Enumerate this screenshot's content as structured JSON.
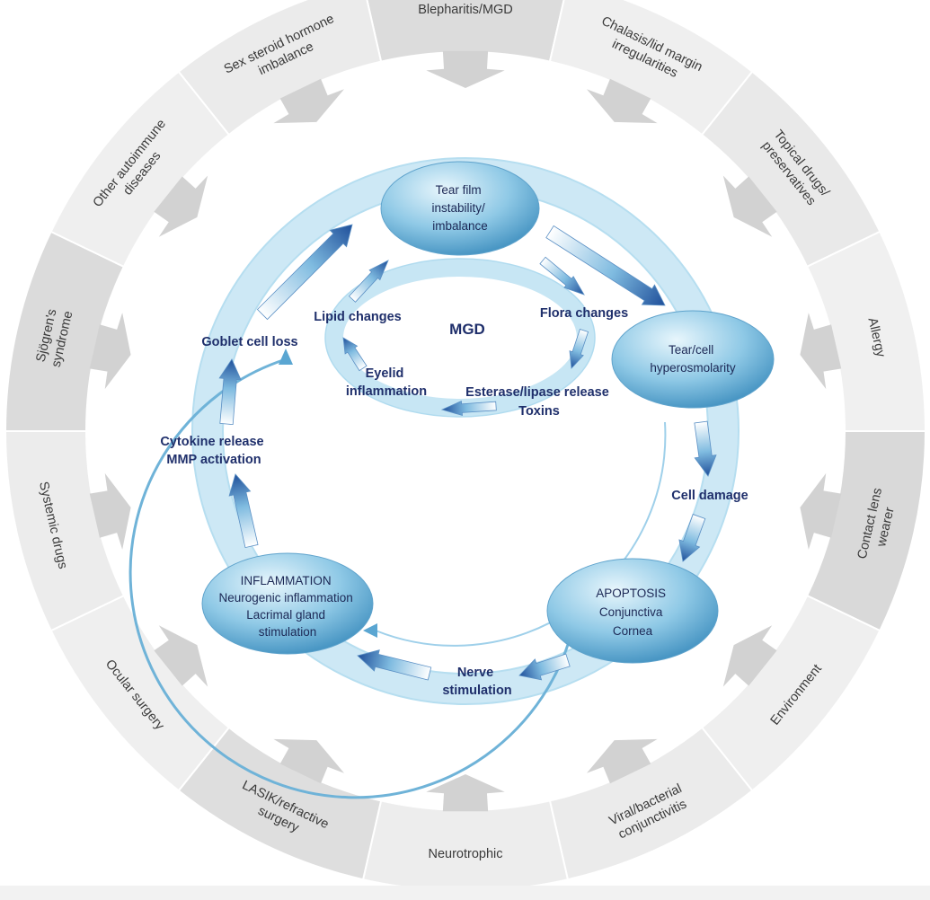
{
  "outer_factors": [
    {
      "id": "blepharitis",
      "lines": [
        "Blepharitis/MGD"
      ]
    },
    {
      "id": "chalasis",
      "lines": [
        "Chalasis/lid margin",
        "irregularities"
      ]
    },
    {
      "id": "topical-drugs",
      "lines": [
        "Topical drugs/",
        "preservatives"
      ]
    },
    {
      "id": "allergy",
      "lines": [
        "Allergy"
      ]
    },
    {
      "id": "contact-lens",
      "lines": [
        "Contact lens",
        "wearer"
      ]
    },
    {
      "id": "environment",
      "lines": [
        "Environment"
      ]
    },
    {
      "id": "viral-bacterial",
      "lines": [
        "Viral/bacterial",
        "conjunctivitis"
      ]
    },
    {
      "id": "neurotrophic",
      "lines": [
        "Neurotrophic"
      ]
    },
    {
      "id": "lasik",
      "lines": [
        "LASIK/refractive",
        "surgery"
      ]
    },
    {
      "id": "ocular-surgery",
      "lines": [
        "Ocular surgery"
      ]
    },
    {
      "id": "systemic-drugs",
      "lines": [
        "Systemic drugs"
      ]
    },
    {
      "id": "sjogrens",
      "lines": [
        "Sjögren's",
        "syndrome"
      ]
    },
    {
      "id": "autoimmune",
      "lines": [
        "Other autoimmune",
        "diseases"
      ]
    },
    {
      "id": "sex-steroid",
      "lines": [
        "Sex steroid hormone",
        "imbalance"
      ]
    }
  ],
  "core_nodes": {
    "tear_film": [
      "Tear film",
      "instability/",
      "imbalance"
    ],
    "hyperosmolarity": [
      "Tear/cell",
      "hyperosmolarity"
    ],
    "apoptosis": [
      "APOPTOSIS",
      "Conjunctiva",
      "Cornea"
    ],
    "inflammation": [
      "INFLAMMATION",
      "Neurogenic inflammation",
      "Lacrimal gland",
      "stimulation"
    ]
  },
  "flow_labels": {
    "cell_damage": [
      "Cell damage"
    ],
    "nerve_stimulation": [
      "Nerve",
      "stimulation"
    ],
    "cytokine": [
      "Cytokine release",
      "MMP activation"
    ],
    "goblet": [
      "Goblet cell loss"
    ]
  },
  "mgd_cycle": {
    "title": "MGD",
    "lipid": [
      "Lipid changes"
    ],
    "flora": [
      "Flora changes"
    ],
    "eyelid": [
      "Eyelid",
      "inflammation"
    ],
    "esterase": [
      "Esterase/lipase release",
      "Toxins"
    ]
  }
}
